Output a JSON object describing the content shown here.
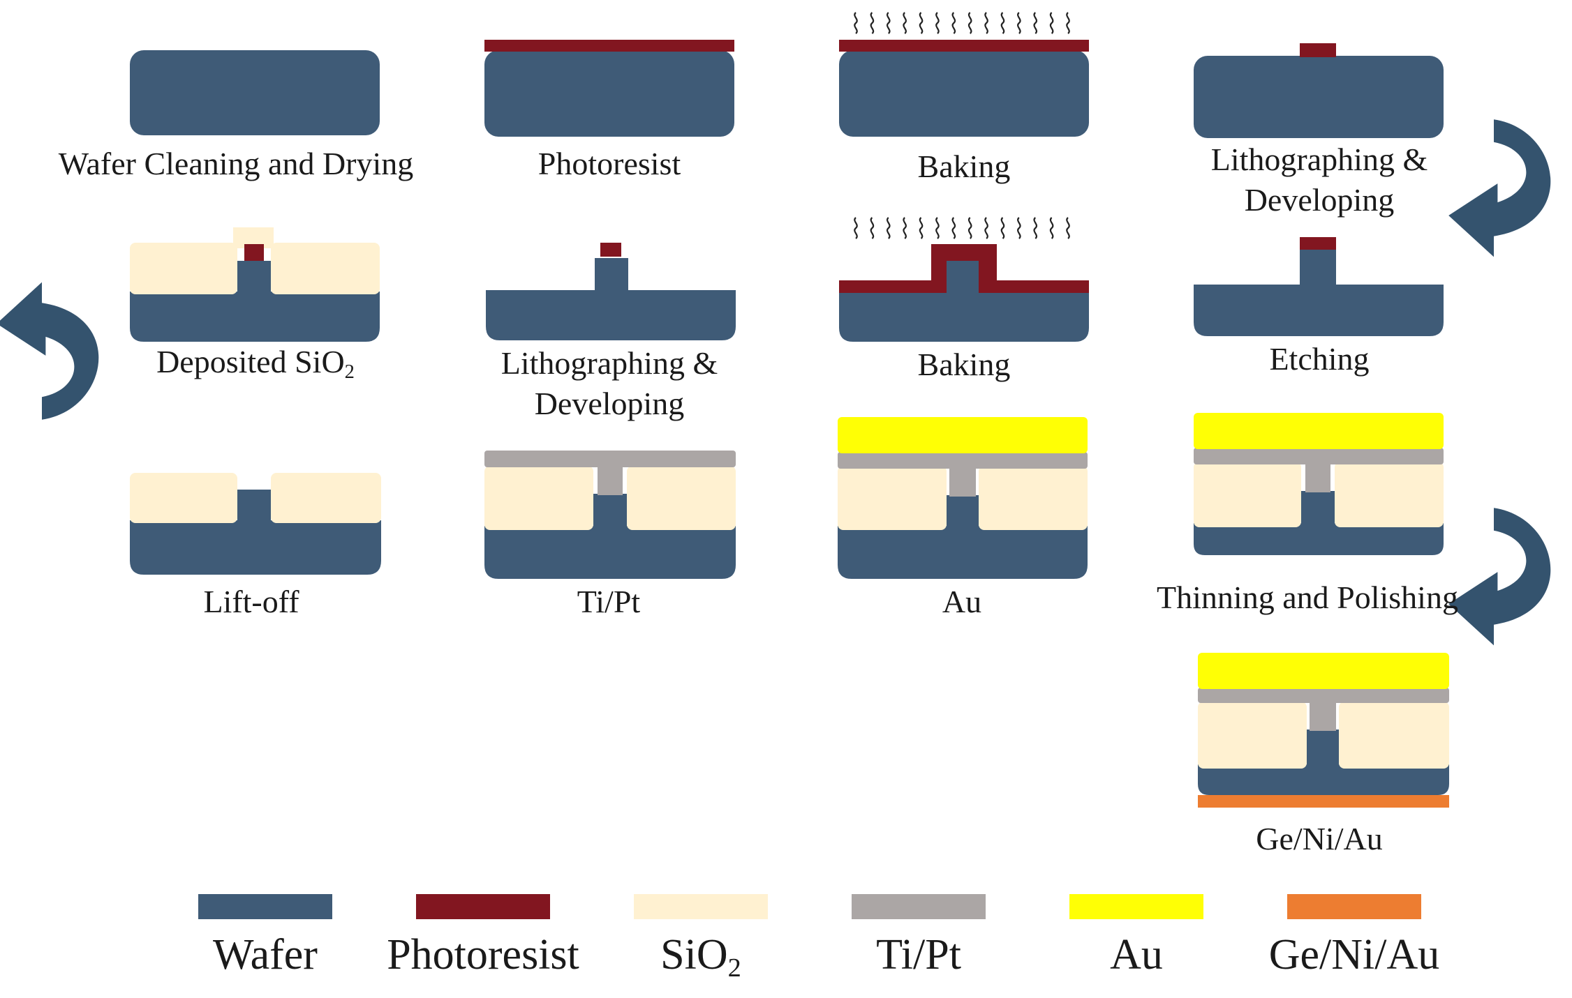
{
  "colors": {
    "wafer": "#3f5b77",
    "photoresist": "#821620",
    "sio2": "#fff1d1",
    "tipt": "#aba6a5",
    "au": "#ffff05",
    "genau": "#ed7d31",
    "arrow": "#34536e"
  },
  "steps": {
    "wafer_cleaning": "Wafer Cleaning and Drying",
    "photoresist": "Photoresist",
    "baking_1": "Baking",
    "litho_1_line1": "Lithographing &",
    "litho_1_line2": "Developing",
    "etching": "Etching",
    "baking_2": "Baking",
    "litho_2_line1": "Lithographing &",
    "litho_2_line2": "Developing",
    "deposited_prefix": "Deposited SiO",
    "deposited_sub": "2",
    "lift_off": "Lift-off",
    "tipt": "Ti/Pt",
    "au": "Au",
    "thinning": "Thinning and Polishing",
    "genau": "Ge/Ni/Au"
  },
  "legend": {
    "wafer": "Wafer",
    "photoresist": "Photoresist",
    "sio2_prefix": "SiO",
    "sio2_sub": "2",
    "tipt": "Ti/Pt",
    "au": "Au",
    "genau": "Ge/Ni/Au"
  }
}
